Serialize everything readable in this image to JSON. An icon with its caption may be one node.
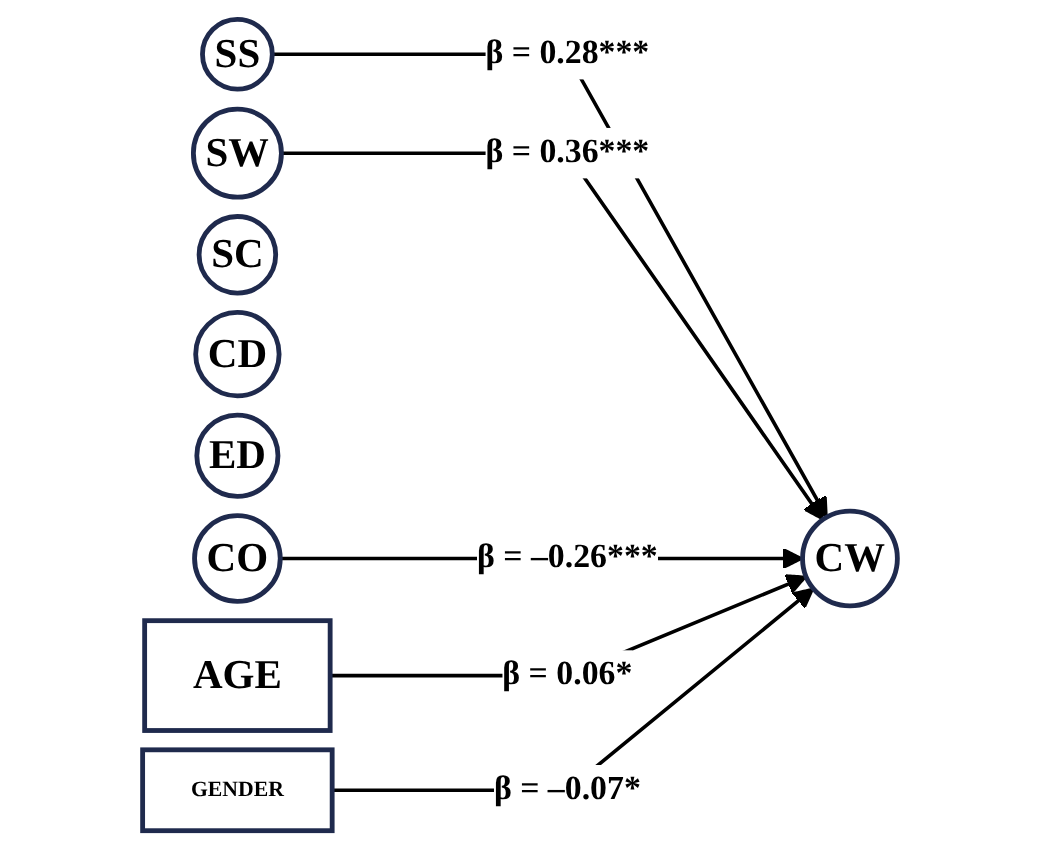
{
  "diagram": {
    "nodes": [
      {
        "text": [
          "SS"
        ]
      },
      {
        "text": [
          "SW"
        ]
      },
      {
        "text": [
          "SC"
        ]
      },
      {
        "text": [
          "CD"
        ]
      },
      {
        "text": [
          "ED"
        ]
      },
      {
        "text": [
          "CO"
        ]
      },
      {
        "text": [
          "AGE"
        ]
      },
      {
        "text": [
          "GENDER"
        ]
      },
      {
        "text": [
          "CW"
        ]
      }
    ],
    "edges": [
      {
        "from": 0,
        "to": 8,
        "arrow": "to",
        "label": "β = 0.28***"
      },
      {
        "from": 1,
        "to": 8,
        "arrow": "to",
        "label": "β = 0.36***"
      },
      {
        "from": 5,
        "to": 8,
        "arrow": "to",
        "label": "β = –0.26***"
      },
      {
        "from": 6,
        "to": 8,
        "arrow": "to",
        "label": "β = 0.06*"
      },
      {
        "from": 7,
        "to": 8,
        "arrow": "to",
        "label": "β = –0.07*"
      }
    ]
  }
}
